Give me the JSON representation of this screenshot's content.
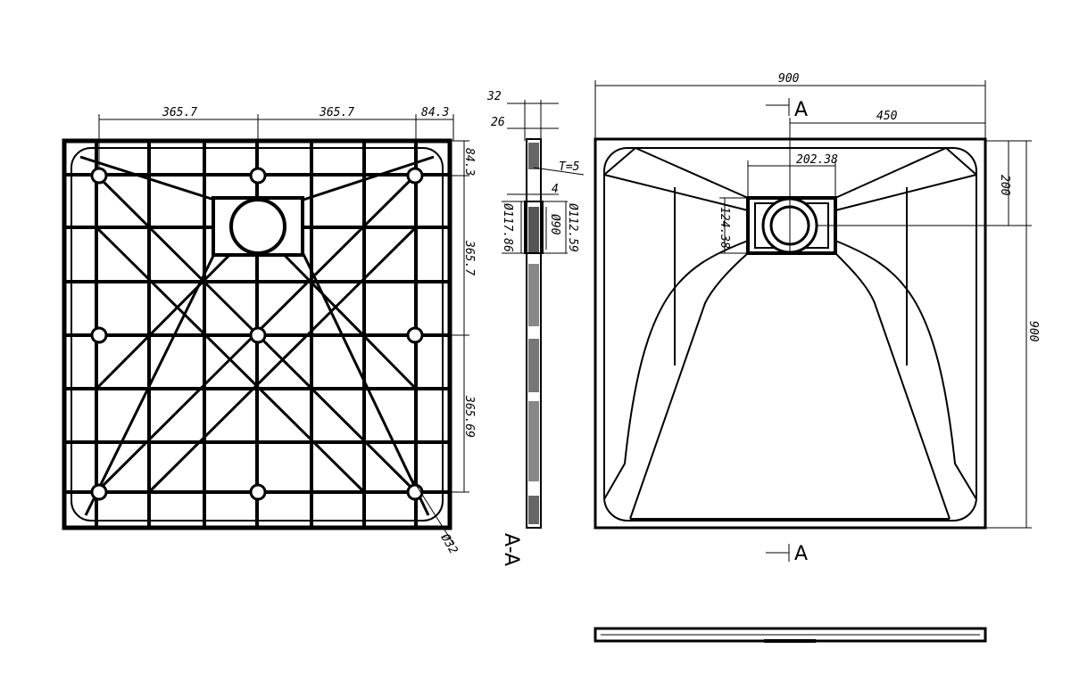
{
  "bottom_view": {
    "dims": {
      "top_left": "365.7",
      "top_mid": "365.7",
      "top_right": "84.3",
      "right_top": "84.3",
      "right_mid": "365.7",
      "right_bottom": "365.69",
      "hole_dia": "Ø32"
    }
  },
  "section_view": {
    "dims": {
      "outer": "32",
      "inner": "26",
      "thickness": "T=5",
      "wall": "4",
      "dia_a": "Ø117.86",
      "dia_b": "Ø90",
      "dia_c": "Ø112.59"
    },
    "label": "A-A"
  },
  "top_view": {
    "dims": {
      "width": "900",
      "half": "450",
      "drain_w": "202.38",
      "drain_h": "124.38",
      "offset": "200",
      "height": "900"
    },
    "section_mark_top": "A",
    "section_mark_bottom": "A"
  }
}
